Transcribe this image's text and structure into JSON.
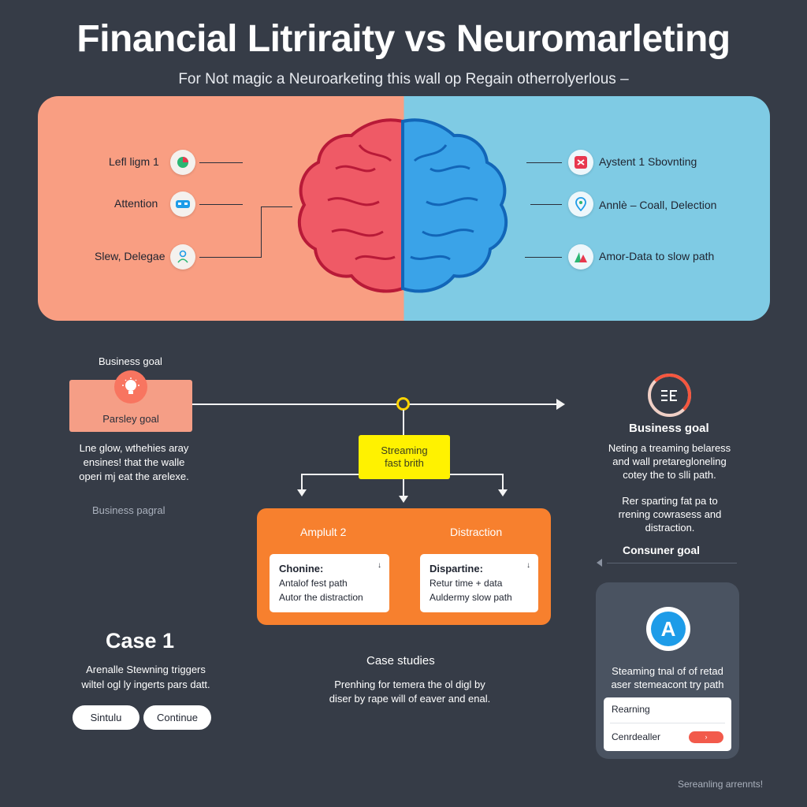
{
  "header": {
    "title": "Financial Litriraity  vs Neuromarleting",
    "subtitle": "For Not magic a Neuroarketing  this wall op Regain otherrolyerlous –"
  },
  "brain_panel": {
    "left_items": [
      {
        "label": "Lefl ligm 1",
        "icon": "pie-chart-icon"
      },
      {
        "label": "Attention",
        "icon": "mask-icon"
      },
      {
        "label": "Slew, Delegae",
        "icon": "person-icon"
      }
    ],
    "right_items": [
      {
        "label": "Aystent 1 Sbovnting",
        "icon": "shuffle-icon"
      },
      {
        "label": "Annlè – Coall, Delection",
        "icon": "location-pin-icon"
      },
      {
        "label": "Amor-Data to slow path",
        "icon": "triangle-chart-icon"
      }
    ],
    "colors": {
      "left": "#f99e82",
      "right": "#7fcbe4",
      "brain_left": "#e8384f",
      "brain_right": "#1f8fdb"
    }
  },
  "left_column": {
    "heading": "Business goal",
    "box_label": "Parsley  goal",
    "description": [
      "Lne glow, wthehies aray",
      "ensines! that the walle",
      "operi mj eat the arelexe."
    ],
    "footnote": "Business  pagral",
    "icon": "lightbulb-icon"
  },
  "center": {
    "stream_box": [
      "Streaming",
      "fast brith"
    ],
    "orange_box": {
      "left_head": "Amplult 2",
      "right_head": "Distraction",
      "left_card": {
        "title": "Chonine:",
        "lines": [
          "Antalof fest path",
          "Autor the distraction"
        ],
        "corner": "↓"
      },
      "right_card": {
        "title": "Dispartine:",
        "lines": [
          "Retur time + data",
          "Auldermy slow path"
        ],
        "corner": "↓"
      }
    },
    "case_heading": "Case studies",
    "case_text": [
      "Prenhing for temera the ol digl by",
      "diser by rape will of eaver and enal."
    ]
  },
  "case_block": {
    "heading": "Case 1",
    "text": [
      "Arenalle Stewning triggers",
      "wiltel ogl ly ingerts pars datt."
    ],
    "buttons": [
      "Sintulu",
      "Continue"
    ]
  },
  "right_column": {
    "icon": "eq-icon",
    "heading": "Business goal",
    "text1": [
      "Neting a treaming belaress",
      "and wall pretaregloneling",
      "cotey the to slli path."
    ],
    "text2": [
      "Rer sparting fat pa to",
      "rrening cowrasess and",
      "distraction."
    ],
    "consumer_heading": "Consuner goal",
    "phone": {
      "app_icon": "app-store-icon",
      "text": [
        "Steaming tnal of of retad",
        "aser stemeacont try path"
      ],
      "rows": [
        "Rearning",
        "Cenrdealler"
      ]
    },
    "footer": "Sereanling arrennts!"
  }
}
